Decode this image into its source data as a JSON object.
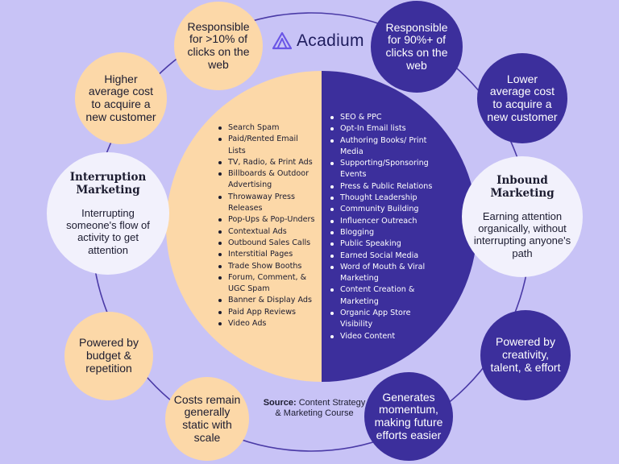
{
  "brand": {
    "name": "Acadium"
  },
  "source": {
    "label": "Source:",
    "text": "Content Strategy & Marketing Course"
  },
  "interruption": {
    "title": "Interruption Marketing",
    "description": "Interrupting someone's flow of activity to get attention",
    "tactics": [
      "Search Spam",
      "Paid/Rented Email Lists",
      "TV, Radio, & Print Ads",
      "Billboards & Outdoor Advertising",
      "Throwaway Press Releases",
      "Pop-Ups & Pop-Unders",
      "Contextual Ads",
      "Outbound Sales Calls",
      "Interstitial Pages",
      "Trade Show Booths",
      "Forum, Comment, & UGC Spam",
      "Banner & Display Ads",
      "Paid App Reviews",
      "Video Ads"
    ],
    "traits": {
      "clicks": "Responsible for >10% of clicks on the web",
      "cost": "Higher average cost to acquire a new customer",
      "power": "Powered by budget & repetition",
      "scale": "Costs remain generally static with scale"
    }
  },
  "inbound": {
    "title": "Inbound Marketing",
    "description": "Earning attention organically, without interrupting anyone's path",
    "tactics": [
      "SEO & PPC",
      "Opt-In Email lists",
      "Authoring Books/ Print Media",
      "Supporting/Sponsoring Events",
      "Press & Public Relations",
      "Thought Leadership",
      "Community Building",
      "Influencer Outreach",
      "Blogging",
      "Public Speaking",
      "Earned Social Media",
      "Word of Mouth & Viral Marketing",
      "Content Creation & Marketing",
      "Organic App Store Visibility",
      "Video Content"
    ],
    "traits": {
      "clicks": "Responsible for 90%+ of clicks on the web",
      "cost": "Lower average cost to acquire a new customer",
      "power": "Powered by creativity, talent, & effort",
      "momentum": "Generates momentum, making future efforts easier"
    }
  },
  "colors": {
    "background": "#c8c3f6",
    "peach": "#fcd8a8",
    "navy": "#3c2f9c",
    "white": "#f2f1fc",
    "ring_line": "#4a3aa6"
  }
}
